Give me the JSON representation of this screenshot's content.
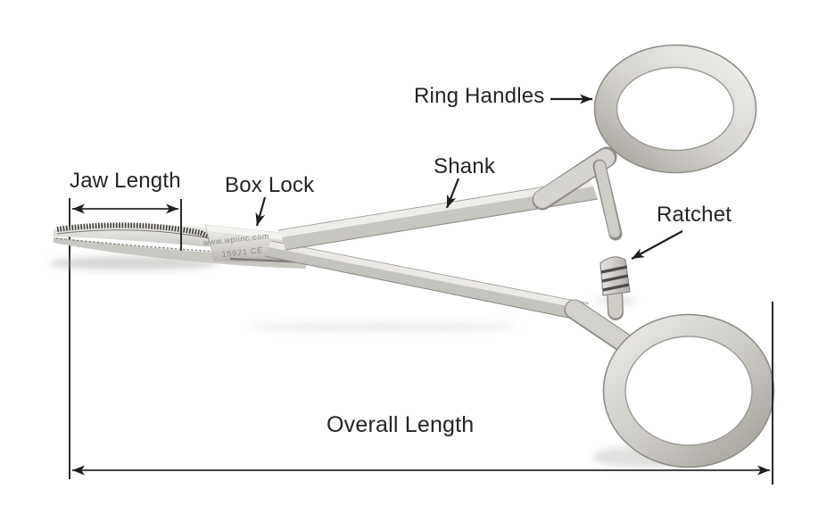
{
  "canvas": {
    "background_color": "#ffffff"
  },
  "labels": {
    "jaw_length": "Jaw Length",
    "box_lock": "Box Lock",
    "shank": "Shank",
    "ring_handles": "Ring Handles",
    "ratchet": "Ratchet",
    "overall_length": "Overall Length"
  },
  "engraving": {
    "line1": "www.wpiinc.com",
    "line2": "15921 CE"
  },
  "colors": {
    "label_text": "#242424",
    "annotation_lines": "#1e1e1e",
    "metal_highlight": "#f3f2ef",
    "metal_midtone": "#ccc9c4",
    "metal_edge": "#8a877f",
    "serration": "#454440",
    "engraving_text": "#8a8884"
  }
}
